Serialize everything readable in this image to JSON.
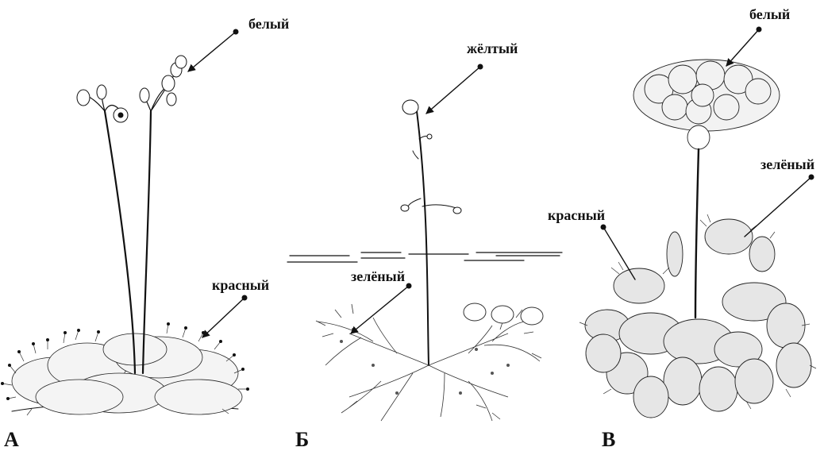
{
  "figure": {
    "panels": [
      {
        "letter": "А",
        "labels": [
          "белый",
          "красный"
        ]
      },
      {
        "letter": "Б",
        "labels": [
          "жёлтый",
          "зелёный"
        ]
      },
      {
        "letter": "В",
        "labels": [
          "белый",
          "зелёный",
          "красный"
        ]
      }
    ]
  },
  "colors": {
    "ink": "#111111",
    "background": "#ffffff"
  }
}
